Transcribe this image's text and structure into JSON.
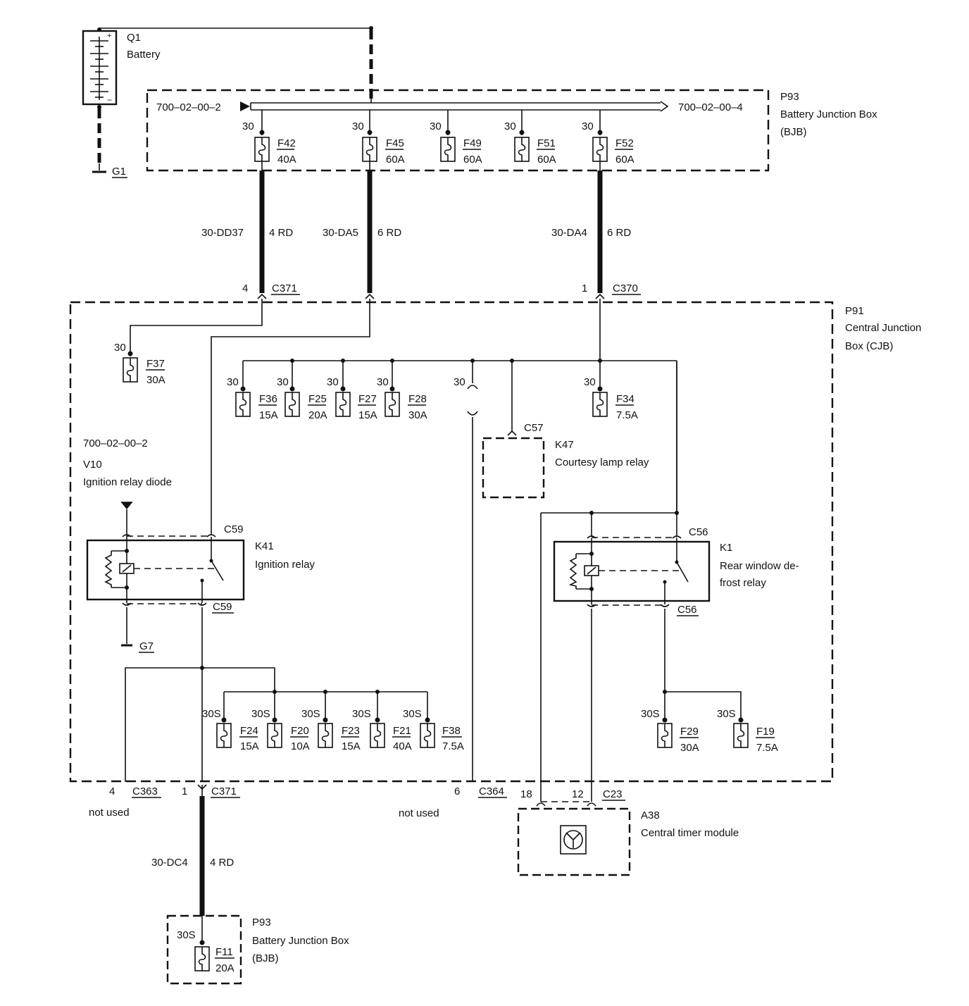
{
  "battery": {
    "id": "Q1",
    "name": "Battery",
    "ground": "G1"
  },
  "bjb_top": {
    "id": "P93",
    "name_line1": "Battery Junction Box",
    "name_line2": "(BJB)",
    "ref_left": "700–02–00–2",
    "ref_right": "700–02–00–4"
  },
  "cjb": {
    "id": "P91",
    "name_line1": "Central Junction",
    "name_line2": "Box (CJB)"
  },
  "bjb_bottom": {
    "id": "P93",
    "name_line1": "Battery Junction Box",
    "name_line2": "(BJB)"
  },
  "pin30": "30",
  "pin30s": "30S",
  "fuses": {
    "F42": {
      "id": "F42",
      "rating": "40A"
    },
    "F45": {
      "id": "F45",
      "rating": "60A"
    },
    "F49": {
      "id": "F49",
      "rating": "60A"
    },
    "F51": {
      "id": "F51",
      "rating": "60A"
    },
    "F52": {
      "id": "F52",
      "rating": "60A"
    },
    "F37": {
      "id": "F37",
      "rating": "30A"
    },
    "F36": {
      "id": "F36",
      "rating": "15A"
    },
    "F25": {
      "id": "F25",
      "rating": "20A"
    },
    "F27": {
      "id": "F27",
      "rating": "15A"
    },
    "F28": {
      "id": "F28",
      "rating": "30A"
    },
    "F34": {
      "id": "F34",
      "rating": "7.5A"
    },
    "F24": {
      "id": "F24",
      "rating": "15A"
    },
    "F20": {
      "id": "F20",
      "rating": "10A"
    },
    "F23": {
      "id": "F23",
      "rating": "15A"
    },
    "F21": {
      "id": "F21",
      "rating": "40A"
    },
    "F38": {
      "id": "F38",
      "rating": "7.5A"
    },
    "F29": {
      "id": "F29",
      "rating": "30A"
    },
    "F19": {
      "id": "F19",
      "rating": "7.5A"
    },
    "F11": {
      "id": "F11",
      "rating": "20A"
    }
  },
  "wires": {
    "w1": {
      "code": "30-DD37",
      "spec": "4 RD"
    },
    "w2": {
      "code": "30-DA5",
      "spec": "6 RD"
    },
    "w3": {
      "code": "30-DA4",
      "spec": "6 RD"
    },
    "w4": {
      "code": "30-DC4",
      "spec": "4 RD"
    }
  },
  "connectors": {
    "c371_top": {
      "pin": "4",
      "name": "C371"
    },
    "c370": {
      "pin": "1",
      "name": "C370"
    },
    "c363": {
      "pin": "4",
      "name": "C363",
      "note": "not used"
    },
    "c371_bottom": {
      "pin": "1",
      "name": "C371"
    },
    "c364": {
      "pin": "6",
      "name": "C364",
      "note": "not used"
    },
    "c23": {
      "pin_a": "18",
      "pin_b": "12",
      "name": "C23"
    },
    "c59": "C59",
    "c57": "C57",
    "c56": "C56"
  },
  "diode": {
    "ref": "700–02–00–2",
    "id": "V10",
    "name": "Ignition relay diode"
  },
  "ignition_relay": {
    "id": "K41",
    "name": "Ignition relay",
    "ground": "G7"
  },
  "courtesy_relay": {
    "id": "K47",
    "name": "Courtesy lamp relay"
  },
  "defrost_relay": {
    "id": "K1",
    "name_line1": "Rear window de-",
    "name_line2": "frost relay"
  },
  "timer": {
    "id": "A38",
    "name": "Central timer module"
  }
}
